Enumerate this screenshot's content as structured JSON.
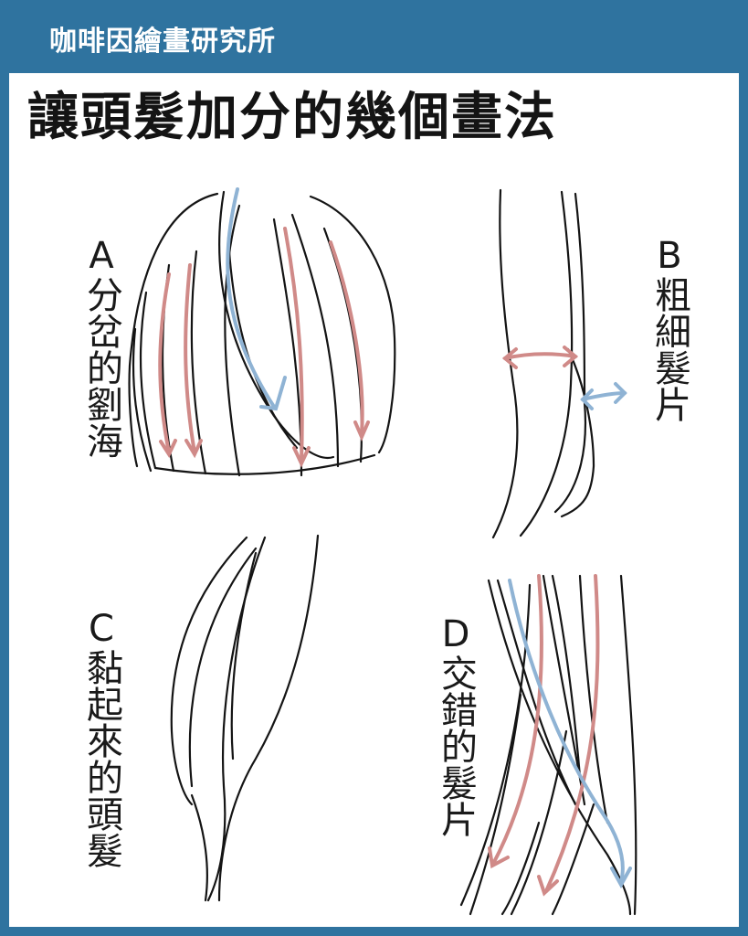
{
  "header": {
    "brand": "咖啡因繪畫研究所"
  },
  "title": "讓頭髮加分的幾個畫法",
  "sections": [
    {
      "letter": "A",
      "caption": "分岔的劉海"
    },
    {
      "letter": "B",
      "caption": "粗細髮片"
    },
    {
      "letter": "C",
      "caption": "黏起來的頭髮"
    },
    {
      "letter": "D",
      "caption": "交錯的髮片"
    }
  ],
  "colors": {
    "frame": "#2f739f",
    "red_arrow": "#d08a88",
    "blue_arrow": "#8fb3d4",
    "ink": "#141414"
  }
}
